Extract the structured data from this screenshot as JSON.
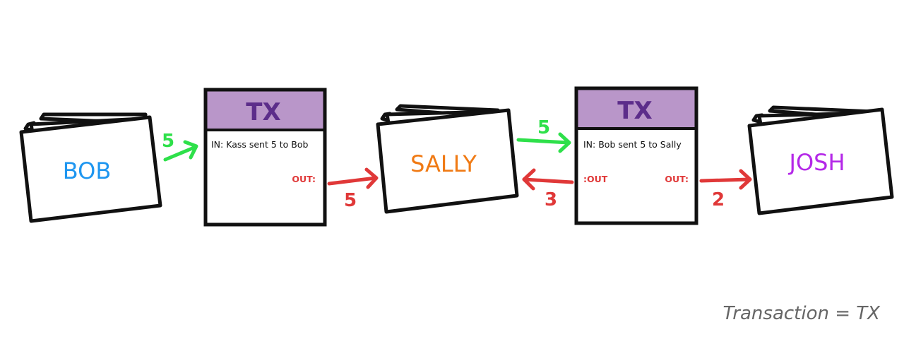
{
  "wallets": {
    "bob": {
      "name": "BOB",
      "color": "#1e96f0"
    },
    "sally": {
      "name": "SALLY",
      "color": "#f07a14"
    },
    "josh": {
      "name": "JOSH",
      "color": "#b428e8"
    }
  },
  "transactions": [
    {
      "title": "TX",
      "input": "IN: Kass sent 5 to Bob",
      "output_label": "OUT:"
    },
    {
      "title": "TX",
      "input": "IN: Bob sent 5 to Sally",
      "change_label": ":OUT",
      "output_label": "OUT:"
    }
  ],
  "amounts": {
    "bob_to_tx1": "5",
    "tx1_to_sally": "5",
    "sally_to_tx2": "5",
    "tx2_change_to_sally": "3",
    "tx2_to_josh": "2"
  },
  "legend": "Transaction = TX",
  "colors": {
    "tx_header": "#b996c9",
    "tx_title": "#5c2d8a",
    "input_arrow": "#2ee04a",
    "output_arrow": "#e03838",
    "output_label": "#e03838",
    "legend": "#666666",
    "border": "#111111"
  }
}
